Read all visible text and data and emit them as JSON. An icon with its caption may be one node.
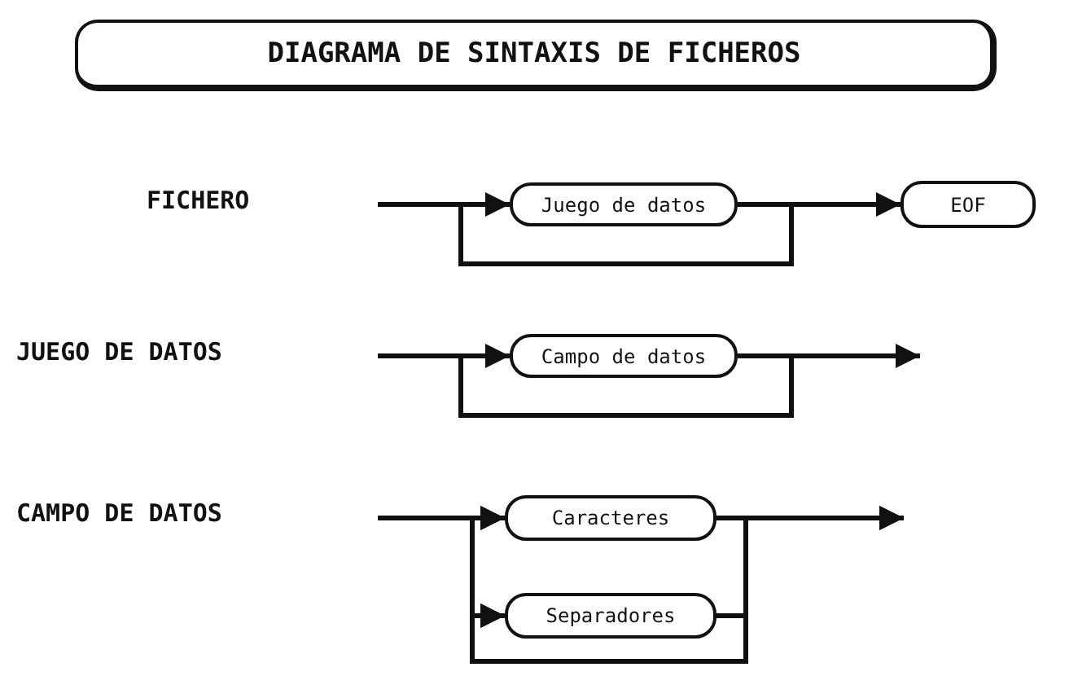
{
  "diagram": {
    "title": "DIAGRAMA DE SINTAXIS DE FICHEROS",
    "nodes": [
      {
        "text": [
          "Juego de datos"
        ]
      },
      {
        "text": [
          "EOF"
        ]
      },
      {
        "text": [
          "Campo de datos"
        ]
      },
      {
        "text": [
          "Caracteres"
        ]
      },
      {
        "text": [
          "Separadores"
        ]
      }
    ],
    "edges": [
      {
        "from": null,
        "to": 0,
        "arrow": "none"
      },
      {
        "from": 0,
        "to": 1,
        "arrow": "to"
      },
      {
        "from": 0,
        "to": 0,
        "arrow": "to"
      },
      {
        "from": null,
        "to": 2,
        "arrow": "none"
      },
      {
        "from": 2,
        "to": null,
        "arrow": "to"
      },
      {
        "from": 2,
        "to": 2,
        "arrow": "to"
      },
      {
        "from": null,
        "to": 3,
        "arrow": "none"
      },
      {
        "from": 3,
        "to": null,
        "arrow": "to"
      },
      {
        "from": 4,
        "to": null,
        "arrow": "to"
      },
      {
        "from": 3,
        "to": 3,
        "arrow": "to"
      },
      {
        "from": 3,
        "to": 4,
        "arrow": "to"
      },
      {
        "from": 4,
        "to": 3,
        "arrow": "to"
      },
      {
        "from": 4,
        "to": 4,
        "arrow": "to"
      }
    ],
    "labels": [
      "FICHERO",
      "JUEGO DE DATOS",
      "CAMPO DE DATOS"
    ]
  }
}
